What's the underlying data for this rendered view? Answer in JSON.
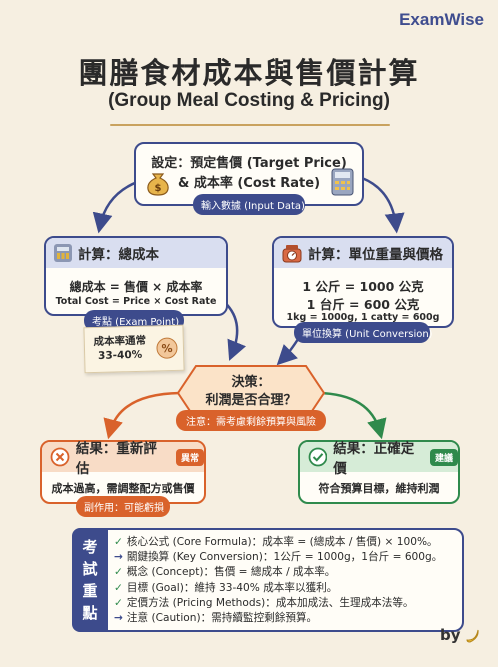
{
  "brand": "ExamWise",
  "title_zh": "團膳食材成本與售價計算",
  "title_en": "(Group Meal Costing & Pricing)",
  "input_box": {
    "line1": "設定：預定售價 (Target Price)",
    "line2": "& 成本率 (Cost Rate)",
    "pill": "輸入數據 (Input Data)"
  },
  "total_cost_box": {
    "header": "計算：總成本",
    "formula_zh": "總成本 = 售價 × 成本率",
    "formula_en": "Total Cost = Price × Cost Rate",
    "pill": "考點 (Exam Point)"
  },
  "note_card": {
    "line1": "成本率通常",
    "line2": "33-40%"
  },
  "unit_box": {
    "header": "計算：單位重量與價格",
    "line1": "1 公斤 = 1000 公克",
    "line2": "1 台斤 = 600 公克",
    "line3": "1kg = 1000g, 1 catty = 600g",
    "pill": "單位換算 (Unit Conversion)"
  },
  "decision": {
    "line1": "決策：",
    "line2": "利潤是否合理？",
    "pill": "注意：需考慮剩餘預算與風險"
  },
  "result_bad": {
    "header": "結果：重新評估",
    "badge": "異常",
    "text": "成本過高，需調整配方或售價",
    "pill": "副作用：可能虧損"
  },
  "result_good": {
    "header": "結果：正確定價",
    "badge": "建議",
    "text": "符合預算目標，維持利潤"
  },
  "cheat_sheet": {
    "tab": [
      "考",
      "試",
      "重",
      "點"
    ],
    "items": [
      {
        "mark": "✓",
        "text": "核心公式 (Core Formula)：成本率 = (總成本 / 售價) × 100%。"
      },
      {
        "mark": "→",
        "text": "關鍵換算 (Key Conversion)：1公斤 = 1000g，1台斤 = 600g。"
      },
      {
        "mark": "✓",
        "text": "概念 (Concept)：售價 = 總成本 / 成本率。"
      },
      {
        "mark": "✓",
        "text": "目標 (Goal)：維持 33-40% 成本率以獲利。"
      },
      {
        "mark": "✓",
        "text": "定價方法 (Pricing Methods)：成本加成法、生理成本法等。"
      },
      {
        "mark": "→",
        "text": "注意 (Caution)：需持續監控剩餘預算。"
      }
    ]
  },
  "footer": "by",
  "colors": {
    "navy": "#3d4b8c",
    "orange": "#d9622b",
    "green": "#2f8a4c",
    "paper": "#f6efe1"
  }
}
